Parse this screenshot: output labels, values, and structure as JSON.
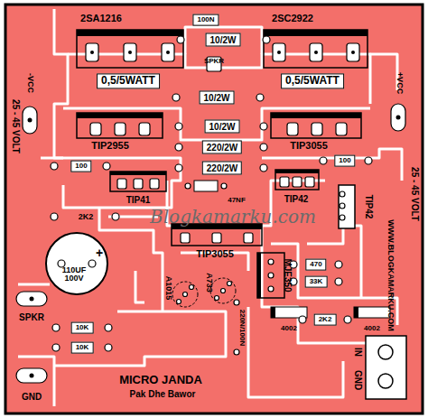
{
  "diagram": {
    "nodes": [
      {
        "text": [
          "100N"
        ]
      },
      {
        "text": [
          "10/2W"
        ]
      },
      {
        "text": [
          "0,5/5WATT"
        ]
      },
      {
        "text": [
          "0,5/5WATT"
        ]
      },
      {
        "text": [
          "10/2W"
        ]
      },
      {
        "text": [
          "10/2W"
        ]
      },
      {
        "text": [
          "220/2W"
        ]
      },
      {
        "text": [
          "100"
        ]
      },
      {
        "text": [
          "100"
        ]
      },
      {
        "text": [
          "220/2W"
        ]
      },
      {
        "text": [
          "470"
        ]
      },
      {
        "text": [
          "33K"
        ]
      },
      {
        "text": [
          "2K2"
        ]
      },
      {
        "text": [
          "10K"
        ]
      },
      {
        "text": [
          "10K"
        ]
      }
    ],
    "labels": [
      "2SA1216",
      "2SC2922",
      "SPKR",
      "25 - 45 VOLT",
      "-VCC",
      "+VCC",
      "25 - 45 VOLT",
      "TIP2955",
      "TIP3055",
      "TIP41",
      "47NF",
      "TIP42",
      "TIP42",
      "2K2",
      "Blogkamarku.com",
      "WWW.BLOGKAMARKU.COM",
      "110UF 100V",
      "+",
      "TIP3055",
      "A1015",
      "A733",
      "MJE350",
      "4002",
      "4002",
      "220N/100N",
      "SPKR",
      "GND",
      "IN",
      "GND",
      "MICRO JANDA",
      "Pak Dhe Bawor"
    ]
  }
}
